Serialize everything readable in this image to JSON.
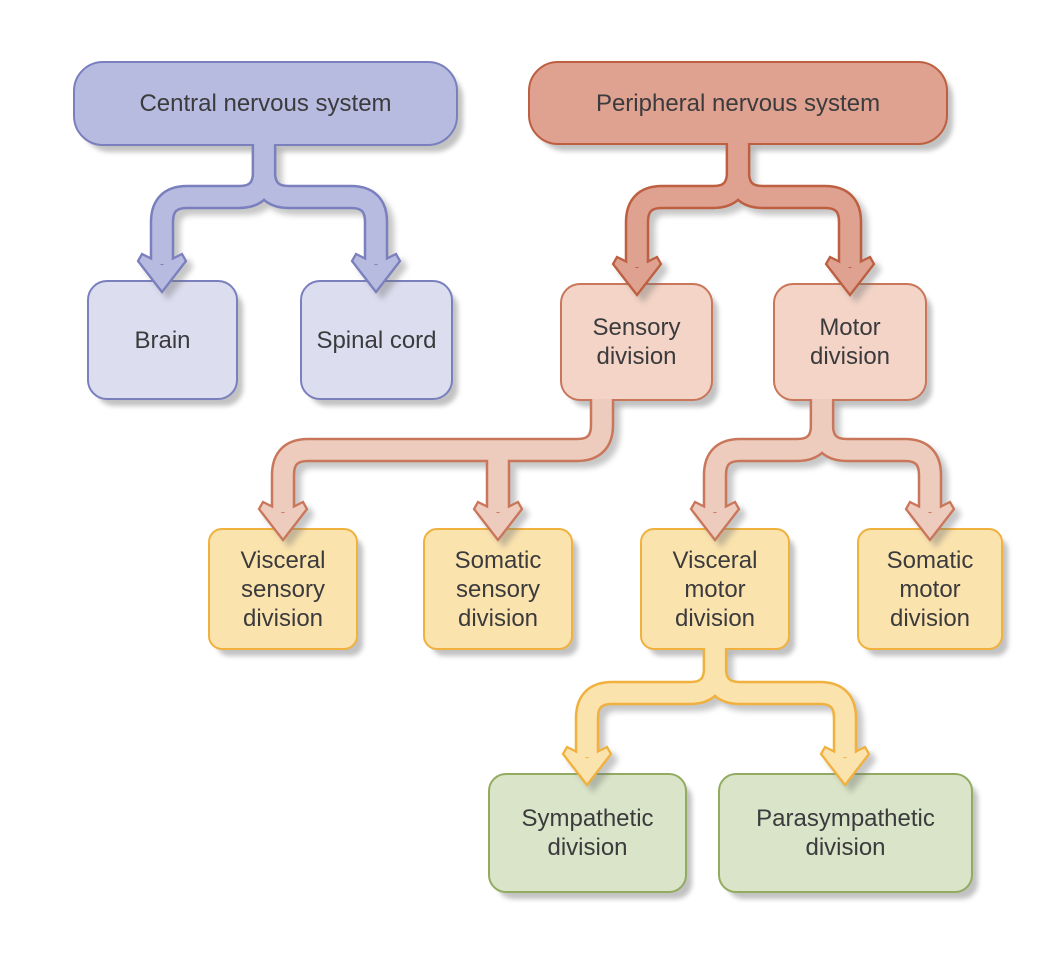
{
  "colors": {
    "background": "#ffffff",
    "text": "#3b3b3d"
  },
  "nodes": {
    "cns": {
      "label": "Central nervous system",
      "fill": "#b7bbdf",
      "border": "#7a7fbe"
    },
    "pns": {
      "label": "Peripheral nervous system",
      "fill": "#dfa190",
      "border": "#bd5f40"
    },
    "brain": {
      "label": "Brain",
      "fill": "#dcdeef",
      "border": "#7a7fbe"
    },
    "spinal_cord": {
      "label": "Spinal cord",
      "fill": "#dcdeef",
      "border": "#7a7fbe"
    },
    "sensory": {
      "label": "Sensory division",
      "fill": "#f3d4c6",
      "border": "#c9765a"
    },
    "motor": {
      "label": "Motor division",
      "fill": "#f3d4c6",
      "border": "#c9765a"
    },
    "visceral_sensory": {
      "label": "Visceral sensory division",
      "fill": "#fbe3ae",
      "border": "#f0b13e"
    },
    "somatic_sensory": {
      "label": "Somatic sensory division",
      "fill": "#fbe3ae",
      "border": "#f0b13e"
    },
    "visceral_motor": {
      "label": "Visceral motor division",
      "fill": "#fbe3ae",
      "border": "#f0b13e"
    },
    "somatic_motor": {
      "label": "Somatic motor division",
      "fill": "#fbe3ae",
      "border": "#f0b13e"
    },
    "sympathetic": {
      "label": "Sympathetic division",
      "fill": "#dae4c8",
      "border": "#92ab61"
    },
    "parasympathetic": {
      "label": "Parasympathetic division",
      "fill": "#dae4c8",
      "border": "#92ab61"
    }
  },
  "connectors": {
    "cns_split": {
      "from": "cns",
      "to": [
        "brain",
        "spinal_cord"
      ],
      "fill": "#b7bbdf",
      "border": "#7a7fbe"
    },
    "pns_split": {
      "from": "pns",
      "to": [
        "sensory",
        "motor"
      ],
      "fill": "#dfa190",
      "border": "#bd5f40"
    },
    "sensory_split": {
      "from": "sensory",
      "to": [
        "visceral_sensory",
        "somatic_sensory"
      ],
      "fill": "#edccbe",
      "border": "#c9765a"
    },
    "motor_split": {
      "from": "motor",
      "to": [
        "visceral_motor",
        "somatic_motor"
      ],
      "fill": "#edccbe",
      "border": "#c9765a"
    },
    "visceral_motor_split": {
      "from": "visceral_motor",
      "to": [
        "sympathetic",
        "parasympathetic"
      ],
      "fill": "#fbe3ae",
      "border": "#f0b13e"
    }
  }
}
